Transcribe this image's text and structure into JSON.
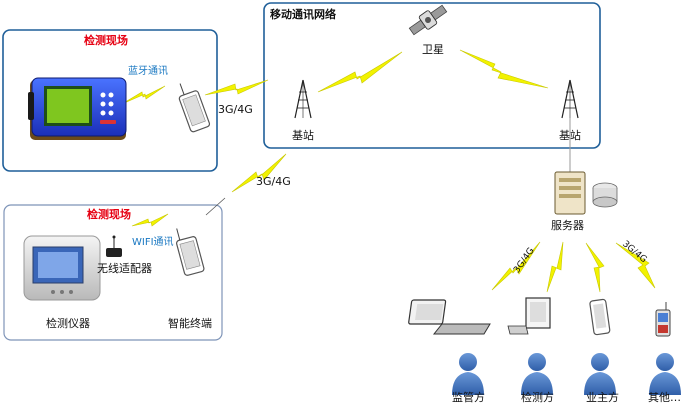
{
  "site1": {
    "title": "检测现场",
    "link_label": "蓝牙通讯"
  },
  "site2": {
    "title": "检测现场",
    "link_label": "WIFI通讯",
    "adapter_label": "无线适配器",
    "device_label": "检测仪器",
    "terminal_label": "智能终端"
  },
  "network": {
    "title": "移动通讯网络",
    "satellite_label": "卫星",
    "base_left_label": "基站",
    "base_right_label": "基站"
  },
  "links": {
    "site1_to_base": "3G/4G",
    "site2_to_base": "3G/4G",
    "server_to_pc": "3G/4G",
    "server_to_phone": "3G/4G"
  },
  "server": {
    "label": "服务器"
  },
  "parties": [
    "监管方",
    "检测方",
    "业主方",
    "其他…"
  ],
  "colors": {
    "frame": "#1f5f99",
    "lightning": "#f2f200",
    "lightning_edge": "#c9c900",
    "person": "#3a6fb5",
    "label_red": "#e60012",
    "label_blue": "#1a78c2"
  }
}
